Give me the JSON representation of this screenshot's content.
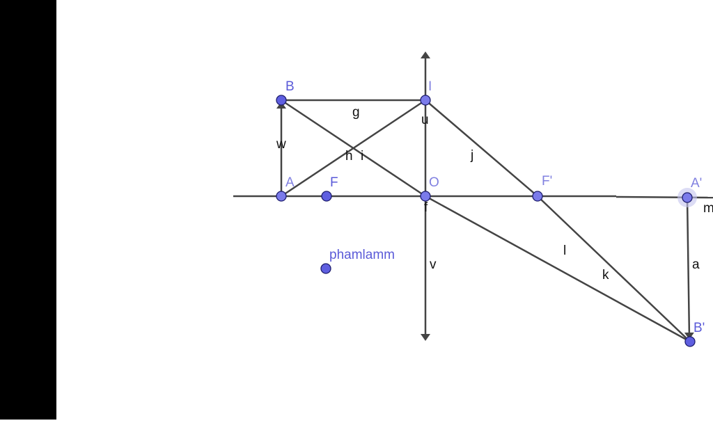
{
  "colors": {
    "line": "#444444",
    "point_fill": "#5f5fe0",
    "point_stroke": "#1e1e6e",
    "point_label": "#5a5ad8",
    "segment_label": "#111111",
    "selection_halo": "#b8b8e8",
    "side_panel": "#000000"
  },
  "points": {
    "B": "B",
    "I": "I",
    "A": "A",
    "F": "F",
    "O": "O",
    "F_prime": "F'",
    "A_prime": "A'",
    "B_prime": "B'",
    "phamlamm": "phamlamm"
  },
  "segment_labels": {
    "g": "g",
    "u": "u",
    "w": "w",
    "h": "h",
    "i": "i",
    "j": "j",
    "f": "f",
    "m": "m",
    "l": "l",
    "k": "k",
    "a": "a",
    "v": "v"
  }
}
